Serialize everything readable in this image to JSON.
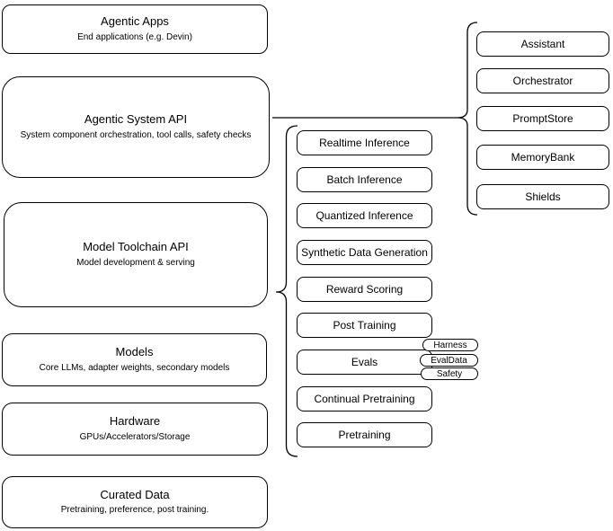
{
  "diagram": {
    "left_stack": [
      {
        "title": "Agentic Apps",
        "subtitle": "End applications (e.g. Devin)"
      },
      {
        "title": "Agentic System API",
        "subtitle": "System component orchestration, tool calls, safety checks"
      },
      {
        "title": "Model Toolchain API",
        "subtitle": "Model development & serving"
      },
      {
        "title": "Models",
        "subtitle": "Core LLMs, adapter weights, secondary models"
      },
      {
        "title": "Hardware",
        "subtitle": "GPUs/Accelerators/Storage"
      },
      {
        "title": "Curated Data",
        "subtitle": "Pretraining, preference, post training."
      }
    ],
    "toolchain_capabilities": [
      "Realtime Inference",
      "Batch Inference",
      "Quantized Inference",
      "Synthetic Data Generation",
      "Reward Scoring",
      "Post Training",
      "Evals",
      "Continual Pretraining",
      "Pretraining"
    ],
    "evals_tags": [
      "Harness",
      "EvalData",
      "Safety"
    ],
    "system_components": [
      "Assistant",
      "Orchestrator",
      "PromptStore",
      "MemoryBank",
      "Shields"
    ],
    "colors": {
      "stroke": "#000000",
      "fill": "#ffffff"
    }
  }
}
